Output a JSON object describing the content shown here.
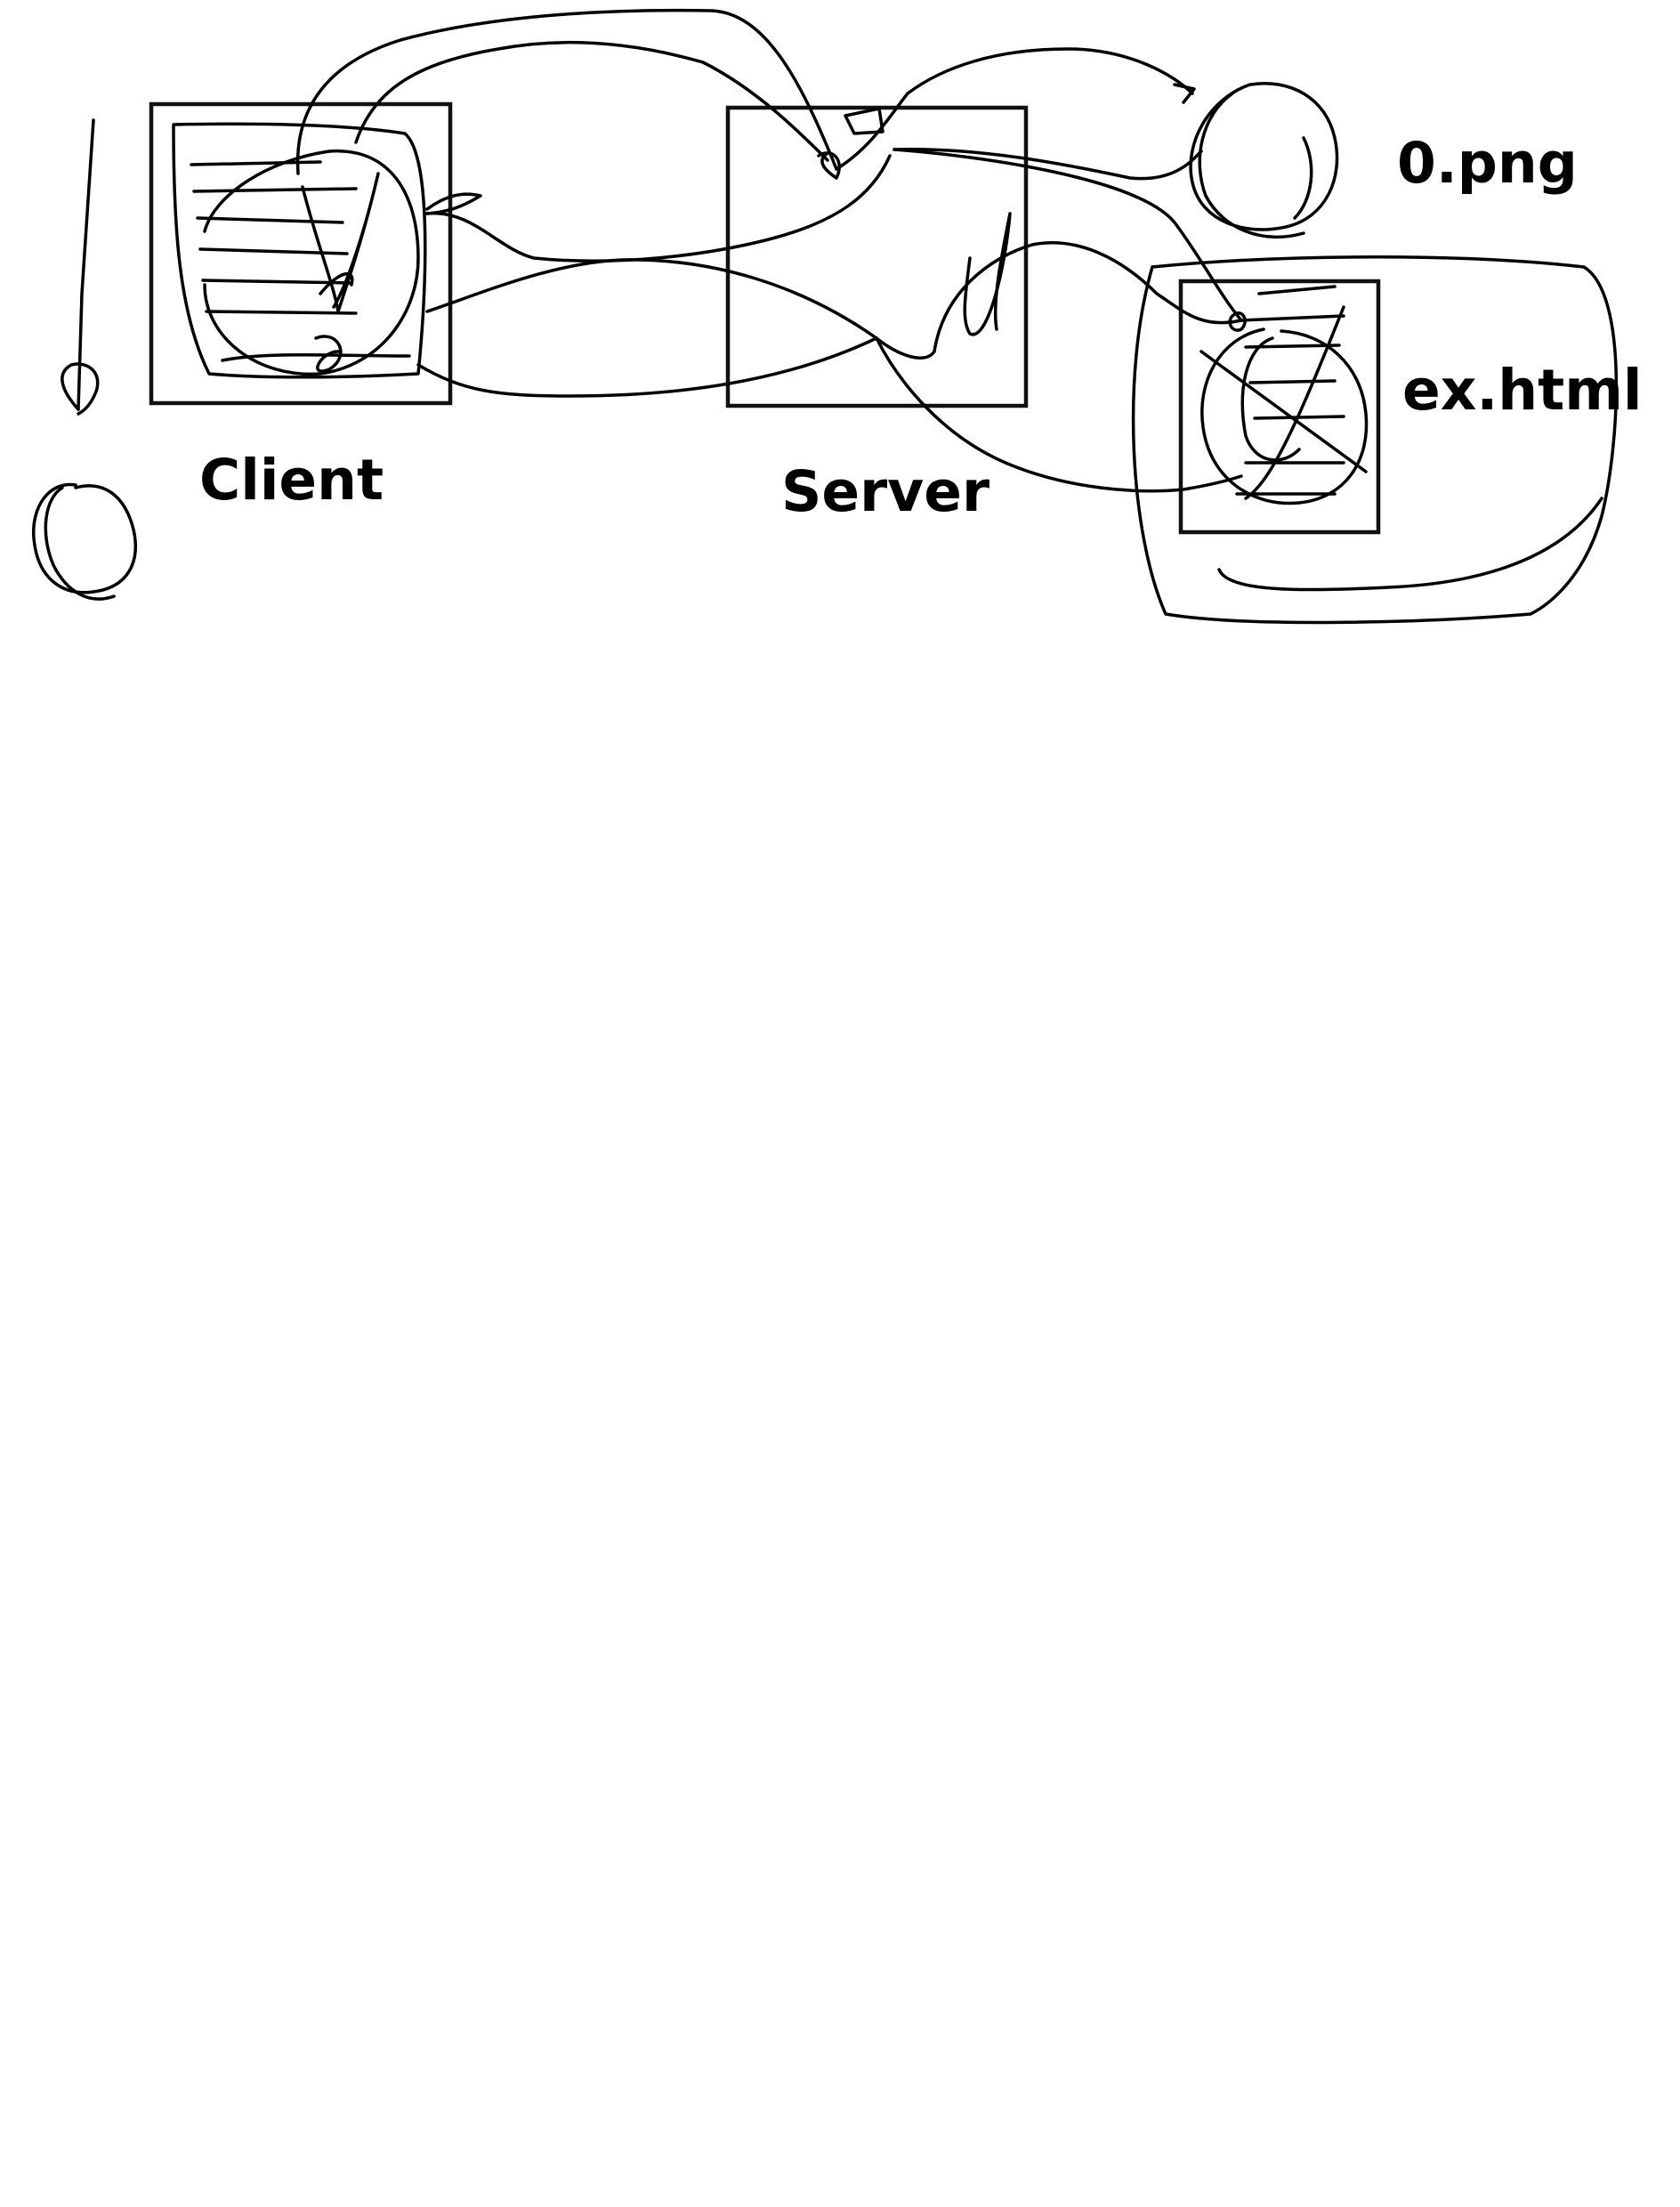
{
  "labels": {
    "client": "Client",
    "server": "Server",
    "image_file": "0.png",
    "html_file": "ex.html"
  }
}
